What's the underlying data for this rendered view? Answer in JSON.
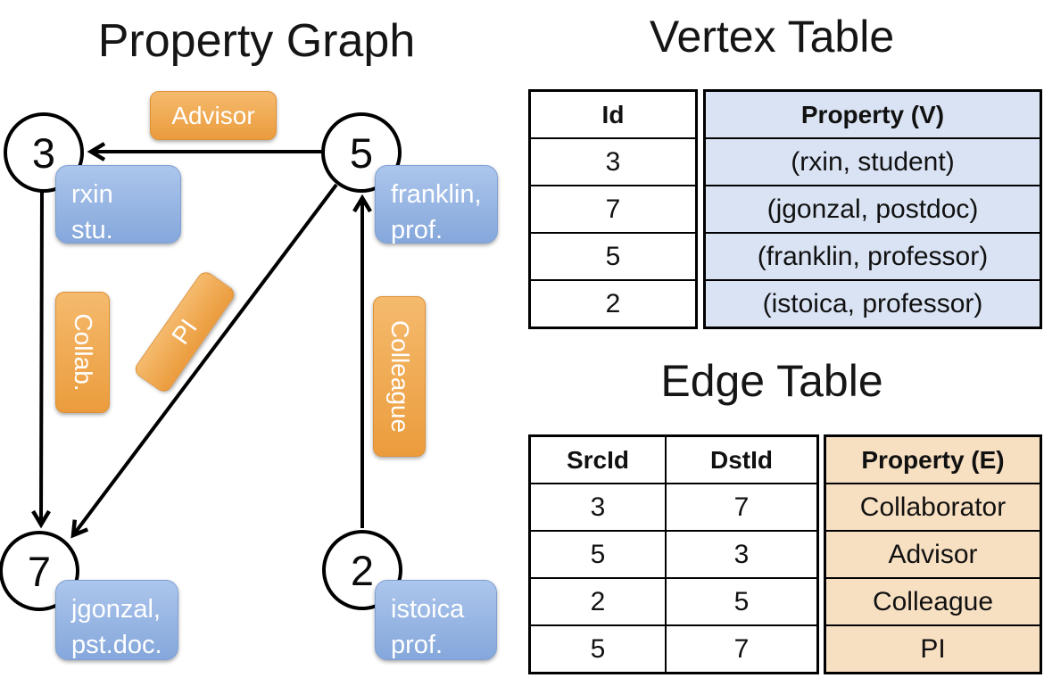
{
  "colors": {
    "orange-top": "#F5BA6D",
    "orange-bottom": "#EB9C3D",
    "orange-border": "#DE9134",
    "blue-top": "#ACC6EC",
    "blue-bottom": "#85A7DB",
    "blue-border": "#7FA0D4",
    "vertex-fill": "#DAE3F4",
    "edge-fill": "#F7DFC1",
    "line": "#000000"
  },
  "graph": {
    "title": "Property Graph",
    "nodes": [
      {
        "id": "3",
        "line1": "rxin",
        "line2": "stu."
      },
      {
        "id": "5",
        "line1": "franklin,",
        "line2": "prof."
      },
      {
        "id": "7",
        "line1": "jgonzal,",
        "line2": "pst.doc."
      },
      {
        "id": "2",
        "line1": "istoica",
        "line2": "prof."
      }
    ],
    "edges": [
      {
        "label": "Advisor"
      },
      {
        "label": "Collab."
      },
      {
        "label": "PI"
      },
      {
        "label": "Colleague"
      }
    ]
  },
  "vertex_table": {
    "title": "Vertex Table",
    "id_header": "Id",
    "property_header": "Property (V)",
    "id_values": [
      "3",
      "7",
      "5",
      "2"
    ],
    "property_values": [
      "(rxin, student)",
      "(jgonzal, postdoc)",
      "(franklin, professor)",
      "(istoica, professor)"
    ]
  },
  "edge_table": {
    "title": "Edge Table",
    "src_header": "SrcId",
    "dst_header": "DstId",
    "property_header": "Property (E)",
    "src_dst_rows": [
      [
        "3",
        "7"
      ],
      [
        "5",
        "3"
      ],
      [
        "2",
        "5"
      ],
      [
        "5",
        "7"
      ]
    ],
    "property_values": [
      "Collaborator",
      "Advisor",
      "Colleague",
      "PI"
    ]
  }
}
